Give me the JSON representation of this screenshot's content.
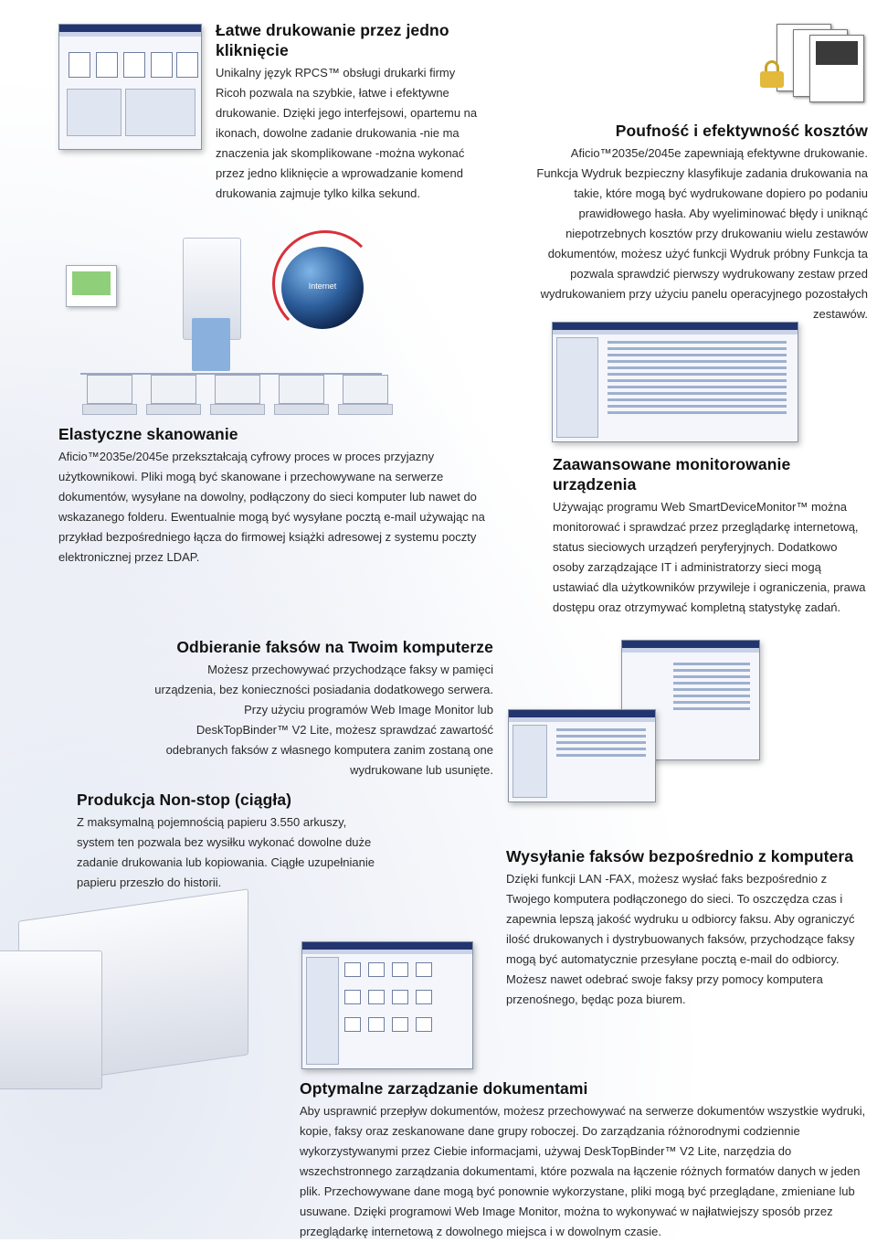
{
  "sections": {
    "printing": {
      "heading": "Łatwe drukowanie przez jedno kliknięcie",
      "body": "Unikalny język RPCS™ obsługi drukarki firmy Ricoh pozwala na szybkie, łatwe i efektywne drukowanie. Dzięki jego interfejsowi, opartemu na ikonach, dowolne zadanie drukowania -nie ma znaczenia jak skomplikowane -można wykonać przez jedno kliknięcie a wprowadzanie komend drukowania zajmuje tylko kilka sekund."
    },
    "security": {
      "heading": "Poufność i efektywność kosztów",
      "body": "Aficio™2035e/2045e zapewniają efektywne drukowanie. Funkcja Wydruk bezpieczny klasyfikuje zadania drukowania na takie, które mogą być wydrukowane dopiero po podaniu prawidłowego hasła. Aby wyeliminować błędy i uniknąć niepotrzebnych kosztów przy drukowaniu wielu zestawów dokumentów, możesz użyć funkcji Wydruk próbny Funkcja ta pozwala sprawdzić pierwszy wydrukowany zestaw przed wydrukowaniem przy użyciu panelu operacyjnego pozostałych zestawów."
    },
    "scanning": {
      "heading": "Elastyczne skanowanie",
      "body": "Aficio™2035e/2045e przekształcają cyfrowy proces w proces przyjazny użytkownikowi. Pliki mogą być skanowane i przechowywane na serwerze dokumentów, wysyłane na dowolny, podłączony do sieci komputer lub nawet do wskazanego folderu. Ewentualnie mogą być wysyłane pocztą e-mail używając na przykład bezpośredniego łącza do firmowej książki adresowej z systemu poczty elektronicznej przez LDAP."
    },
    "monitoring": {
      "heading": "Zaawansowane monitorowanie urządzenia",
      "body": "Używając programu Web SmartDeviceMonitor™ można monitorować i sprawdzać przez przeglądarkę internetową, status sieciowych urządzeń peryferyjnych. Dodatkowo osoby zarządzające IT i administratorzy sieci mogą ustawiać dla użytkowników przywileje i ograniczenia, prawa dostępu oraz otrzymywać kompletną statystykę zadań."
    },
    "fax_receive": {
      "heading": "Odbieranie faksów na Twoim komputerze",
      "body": "Możesz przechowywać przychodzące faksy w pamięci urządzenia, bez konieczności posiadania dodatkowego serwera. Przy użyciu programów Web Image Monitor lub DeskTopBinder™ V2 Lite, możesz sprawdzać zawartość odebranych faksów z własnego komputera zanim zostaną one wydrukowane lub usunięte."
    },
    "nonstop": {
      "heading": "Produkcja Non-stop (ciągła)",
      "body": "Z maksymalną pojemnością papieru 3.550 arkuszy, system ten pozwala bez wysiłku wykonać dowolne duże zadanie drukowania lub kopiowania. Ciągłe uzupełnianie papieru przeszło do historii."
    },
    "fax_send": {
      "heading": "Wysyłanie faksów bezpośrednio z komputera",
      "body": "Dzięki funkcji LAN -FAX, możesz wysłać faks bezpośrednio z Twojego komputera podłączonego do sieci. To oszczędza czas i zapewnia lepszą jakość wydruku u odbiorcy faksu. Aby ograniczyć ilość drukowanych i dystrybuowanych faksów, przychodzące faksy mogą być automatycznie przesyłane pocztą e-mail do odbiorcy. Możesz nawet odebrać swoje faksy przy pomocy komputera przenośnego, będąc poza biurem."
    },
    "docs": {
      "heading": "Optymalne zarządzanie dokumentami",
      "body": "Aby usprawnić przepływ dokumentów, możesz przechowywać na serwerze dokumentów wszystkie wydruki, kopie, faksy oraz zeskanowane dane grupy roboczej. Do zarządzania różnorodnymi codziennie wykorzystywanymi przez Ciebie informacjami, używaj DeskTopBinder™ V2 Lite, narzędzia do wszechstronnego zarządzania dokumentami, które pozwala na łączenie różnych formatów danych w jeden plik. Przechowywane dane mogą być ponownie wykorzystane, pliki mogą być przeglądane, zmieniane lub usuwane. Dzięki programowi Web Image Monitor, można to wykonywać w najłatwiejszy sposób przez przeglądarkę internetową z dowolnego miejsca i w dowolnym czasie."
    }
  },
  "illustration": {
    "globe_label": "Internet"
  }
}
